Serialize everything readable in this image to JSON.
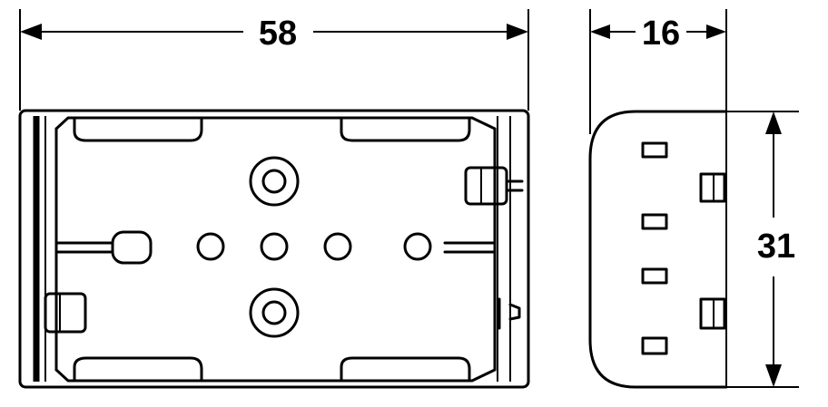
{
  "dimensions": {
    "width": "58",
    "depth": "16",
    "height": "31"
  },
  "colors": {
    "line": "#000000",
    "background": "#ffffff"
  }
}
